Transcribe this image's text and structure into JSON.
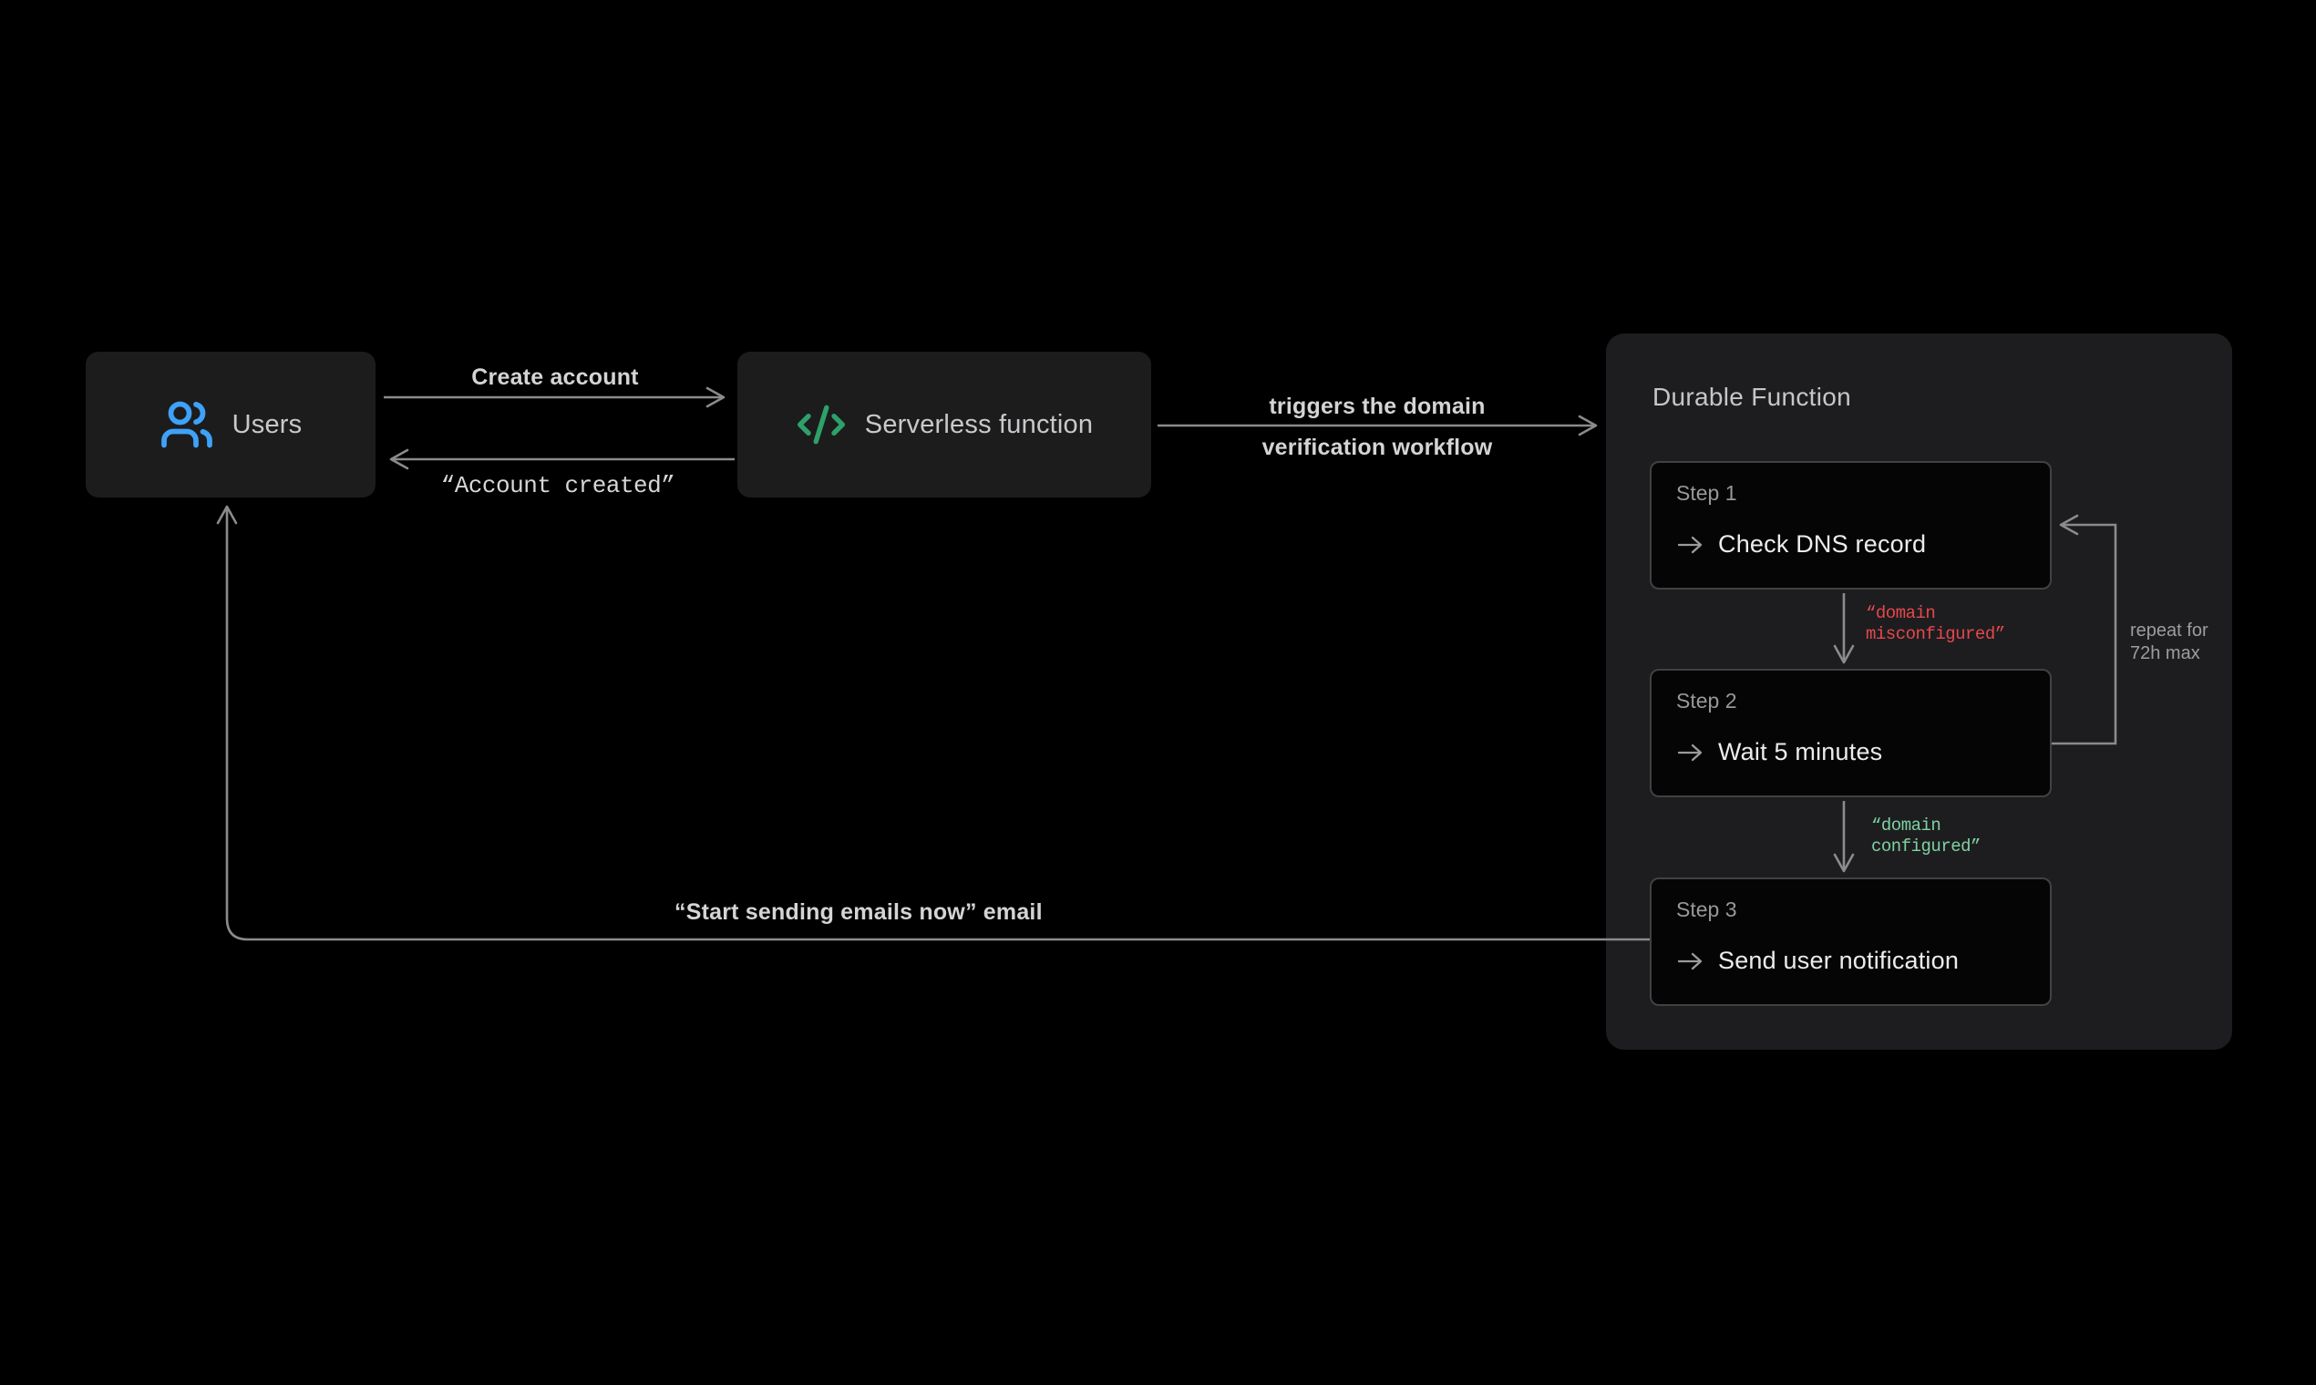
{
  "canvas": {
    "bg": "#000000",
    "line_color": "#8b8b8b"
  },
  "nodes": {
    "users": {
      "label": "Users",
      "icon": "users-icon",
      "icon_color": "#3fa1f8"
    },
    "serverless": {
      "label": "Serverless function",
      "icon": "code-icon",
      "icon_color": "#2da169"
    },
    "durable": {
      "title": "Durable Function",
      "steps": [
        {
          "label": "Step 1",
          "action": "Check DNS record"
        },
        {
          "label": "Step 2",
          "action": "Wait 5 minutes"
        },
        {
          "label": "Step 3",
          "action": "Send user notification"
        }
      ]
    }
  },
  "edges": {
    "create_account": {
      "label": "Create account"
    },
    "account_created": {
      "label": "“Account created”"
    },
    "triggers": {
      "line1": "triggers the domain",
      "line2": "verification workflow"
    },
    "domain_misconfigured": {
      "line1": "“domain",
      "line2": "misconfigured”",
      "color": "#e5484d"
    },
    "domain_configured": {
      "line1": "“domain",
      "line2": "configured”",
      "color": "#7fd1a1"
    },
    "repeat_note": {
      "line1": "repeat for",
      "line2": "72h max"
    },
    "start_sending_email": {
      "label": "“Start sending emails now” email"
    }
  }
}
